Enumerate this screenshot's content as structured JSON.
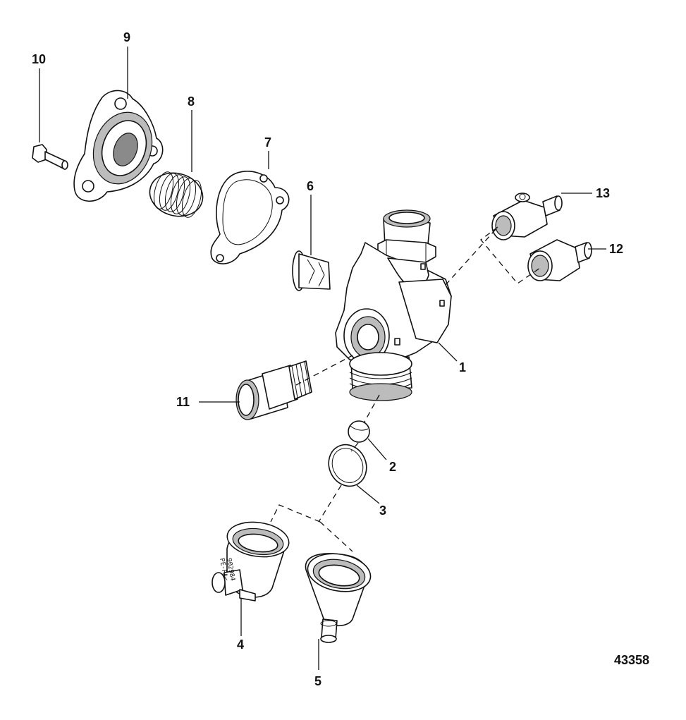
{
  "diagram": {
    "figure_number": "43358",
    "callouts": [
      {
        "id": "c1",
        "text": "1"
      },
      {
        "id": "c2",
        "text": "2"
      },
      {
        "id": "c3",
        "text": "3"
      },
      {
        "id": "c4",
        "text": "4"
      },
      {
        "id": "c5",
        "text": "5"
      },
      {
        "id": "c6",
        "text": "6"
      },
      {
        "id": "c7",
        "text": "7"
      },
      {
        "id": "c8",
        "text": "8"
      },
      {
        "id": "c9",
        "text": "9"
      },
      {
        "id": "c10",
        "text": "10"
      },
      {
        "id": "c11",
        "text": "11"
      },
      {
        "id": "c12",
        "text": "12"
      },
      {
        "id": "c13",
        "text": "13"
      }
    ],
    "part_markings": {
      "line1": "902984",
      "line2": "PE-PA<"
    }
  }
}
